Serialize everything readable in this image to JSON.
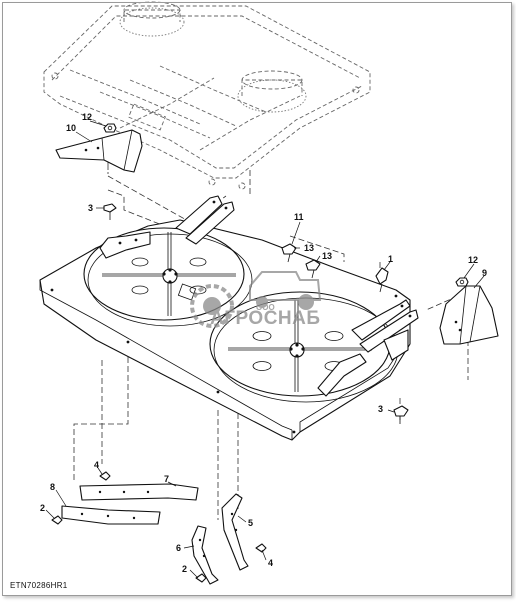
{
  "callouts": {
    "c1": "1",
    "c2a": "2",
    "c2b": "2",
    "c3a": "3",
    "c3b": "3",
    "c4a": "4",
    "c4b": "4",
    "c5": "5",
    "c6": "6",
    "c7": "7",
    "c8": "8",
    "c9": "9",
    "c10": "10",
    "c11": "11",
    "c12a": "12",
    "c12b": "12",
    "c13a": "13",
    "c13b": "13"
  },
  "reference_code": "ETN70286HR1",
  "watermark": {
    "company": "АГРОСНАБ",
    "prefix": "ООО"
  },
  "colors": {
    "line": "#111111",
    "ghost": "#666666",
    "watermark": "#8a8a8a"
  }
}
